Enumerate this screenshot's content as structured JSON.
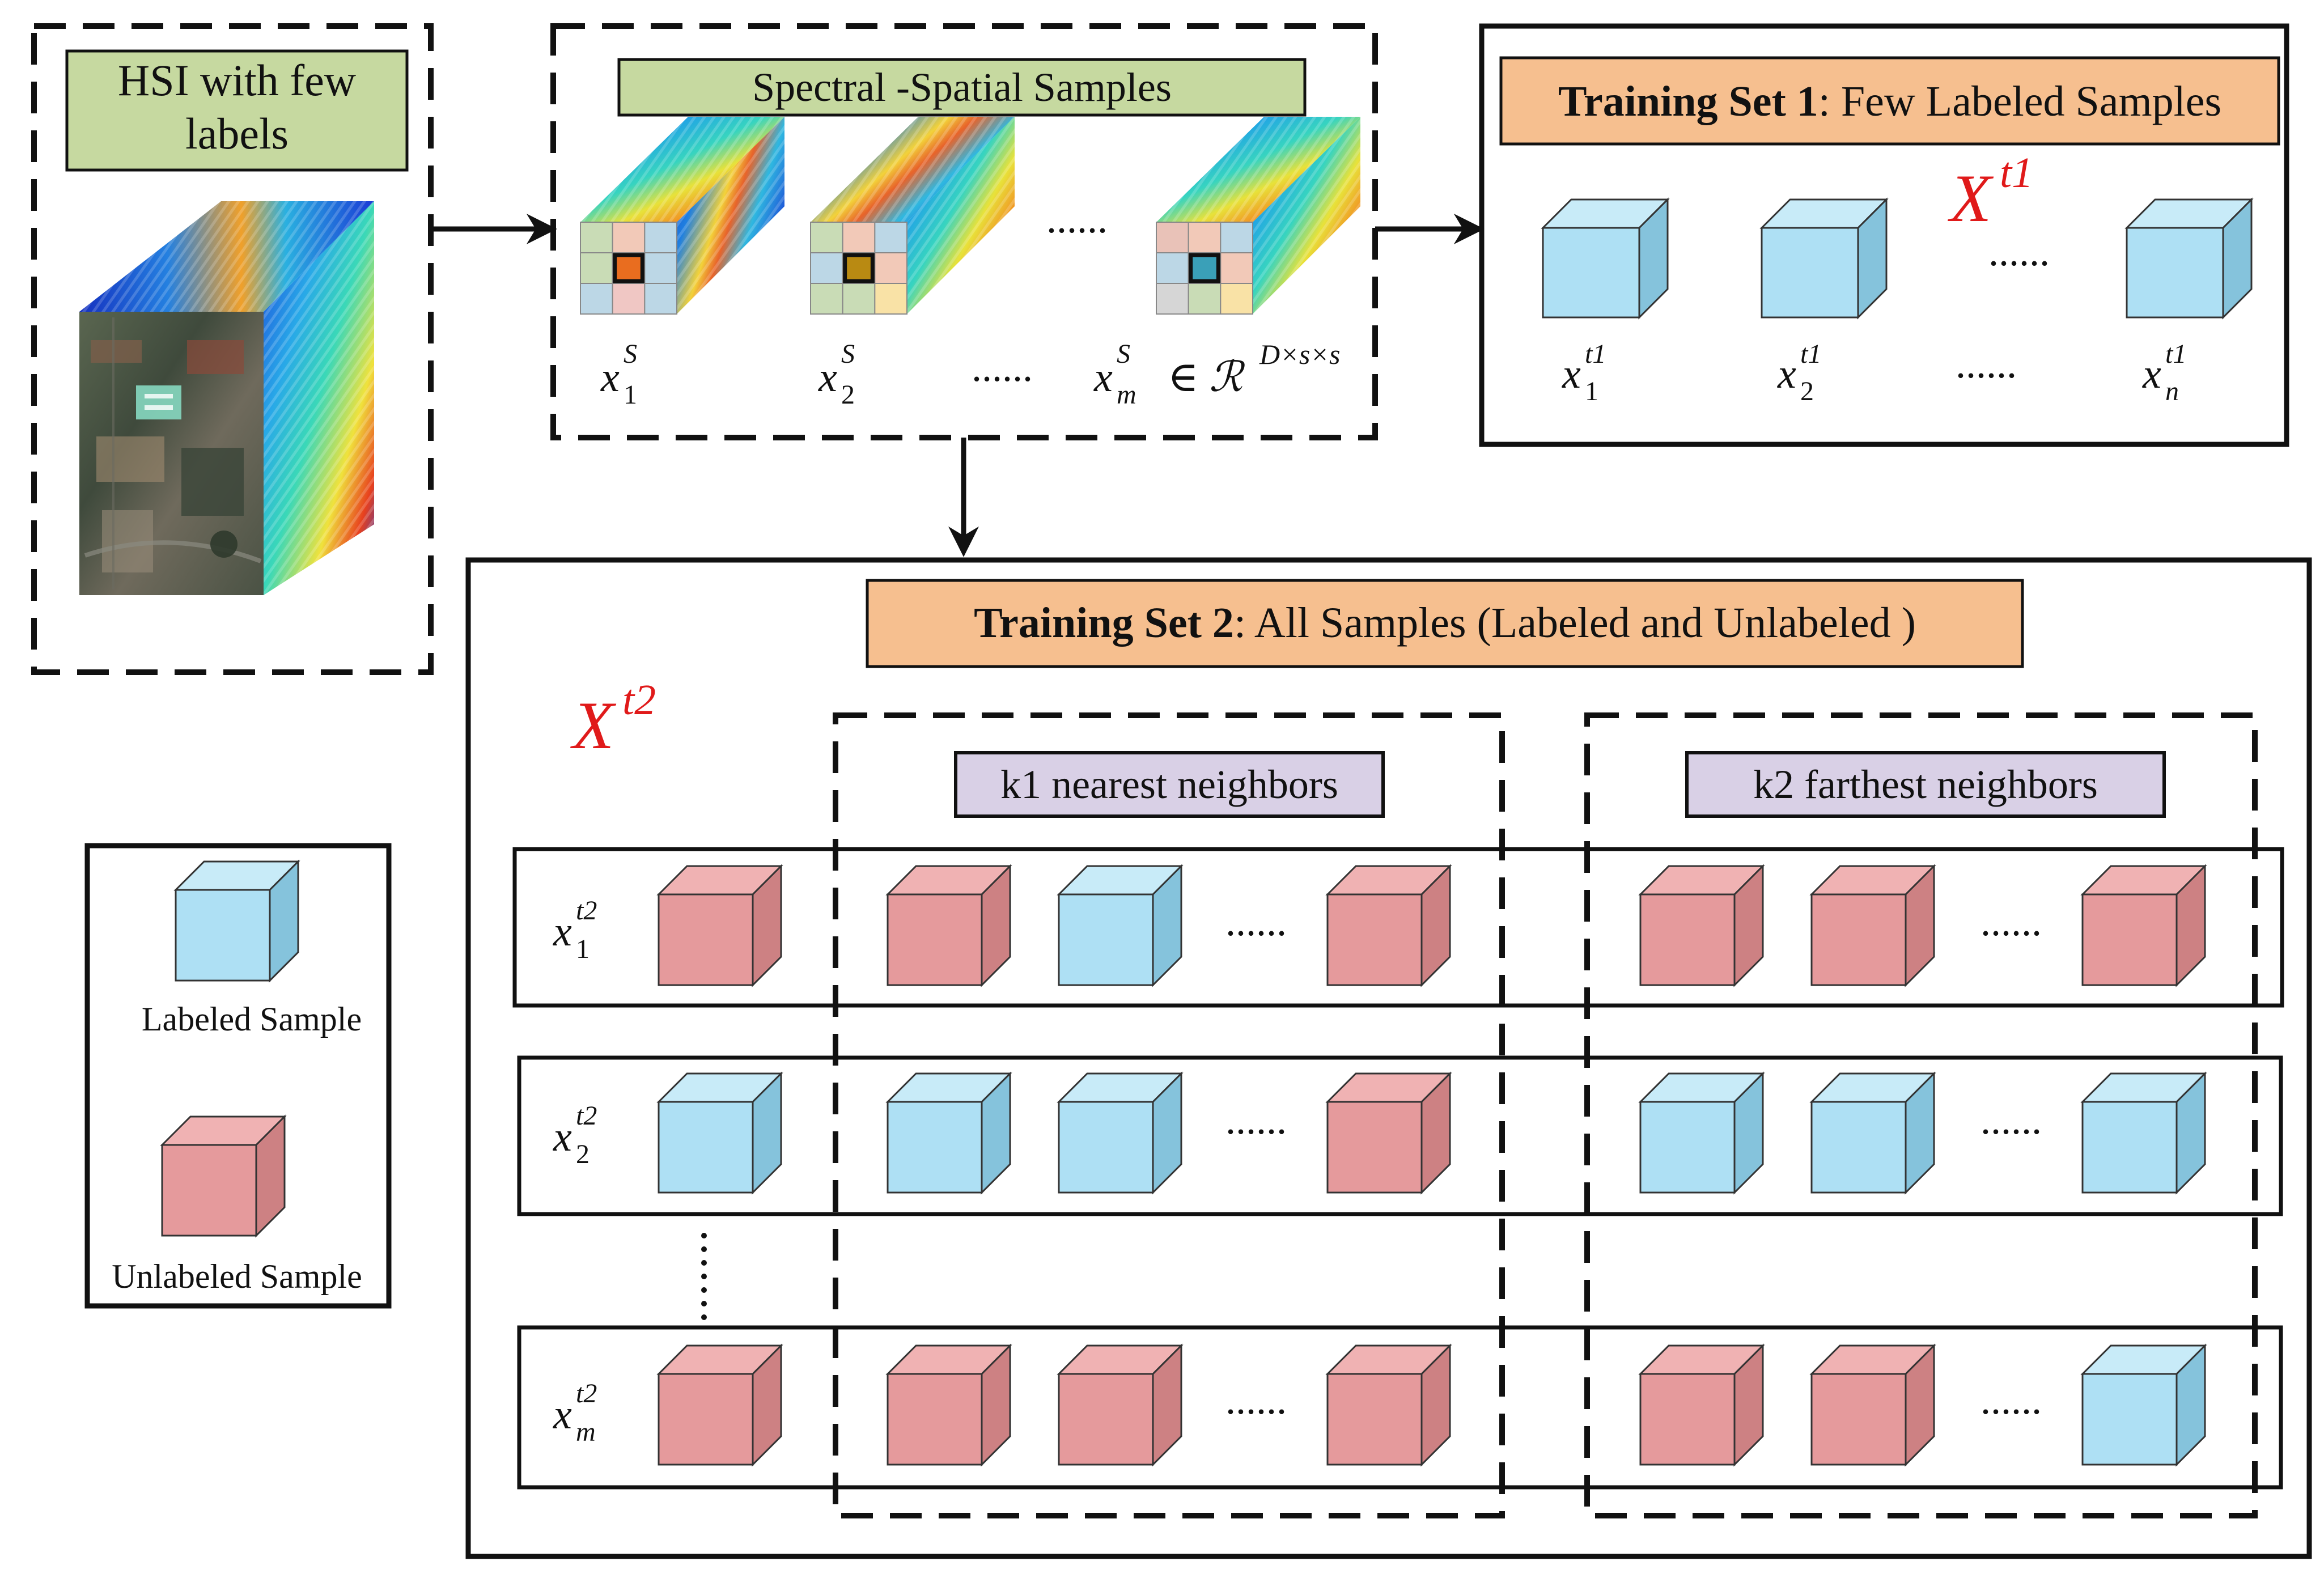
{
  "hsi": {
    "title_line1": "HSI with few",
    "title_line2": "labels"
  },
  "samples_panel": {
    "title": "Spectral -Spatial  Samples",
    "dots": "......",
    "labels": {
      "x1": "x",
      "x1_sup": "S",
      "x1_sub": "1",
      "x2": "x",
      "x2_sup": "S",
      "x2_sub": "2",
      "xm": "x",
      "xm_sup": "S",
      "xm_sub": "m",
      "in_space": "∈ ℛ",
      "space_sup": "D×s×s"
    }
  },
  "training_set_1": {
    "title_bold": "Training Set 1",
    "title_rest": ": Few Labeled Samples",
    "symbol": "X",
    "symbol_sup": "t1",
    "dots": "......",
    "labels": {
      "x": "x",
      "sup": "t1",
      "sub1": "1",
      "sub2": "2",
      "subn": "n"
    }
  },
  "training_set_2": {
    "title_bold": "Training Set 2",
    "title_rest": ": All Samples (Labeled and Unlabeled )",
    "symbol": "X",
    "symbol_sup": "t2",
    "k1_label": "k1 nearest neighbors",
    "k2_label": "k2 farthest neighbors",
    "dots": "......",
    "rows": [
      {
        "x": "x",
        "sup": "t2",
        "sub": "1",
        "anchor": "unlabeled",
        "k1": [
          "unlabeled",
          "labeled",
          "unlabeled"
        ],
        "k2": [
          "unlabeled",
          "unlabeled",
          "unlabeled"
        ]
      },
      {
        "x": "x",
        "sup": "t2",
        "sub": "2",
        "anchor": "labeled",
        "k1": [
          "labeled",
          "labeled",
          "unlabeled"
        ],
        "k2": [
          "labeled",
          "labeled",
          "labeled"
        ]
      },
      {
        "x": "x",
        "sup": "t2",
        "sub": "m",
        "anchor": "unlabeled",
        "k1": [
          "unlabeled",
          "unlabeled",
          "unlabeled"
        ],
        "k2": [
          "unlabeled",
          "unlabeled",
          "labeled"
        ]
      }
    ]
  },
  "legend": {
    "labeled": "Labeled Sample",
    "unlabeled": "Unlabeled Sample"
  },
  "colors": {
    "labeled_face": "#aee0f4",
    "labeled_side": "#85c3dc",
    "labeled_top": "#c8ebf8",
    "unlabeled_face": "#e59a9c",
    "unlabeled_side": "#cd8183",
    "unlabeled_top": "#f0b2b3",
    "green_box": "#c6d9a0",
    "orange_box": "#f6bf8f",
    "purple_box": "#d9d0e6",
    "red_math": "#e01a1a"
  }
}
